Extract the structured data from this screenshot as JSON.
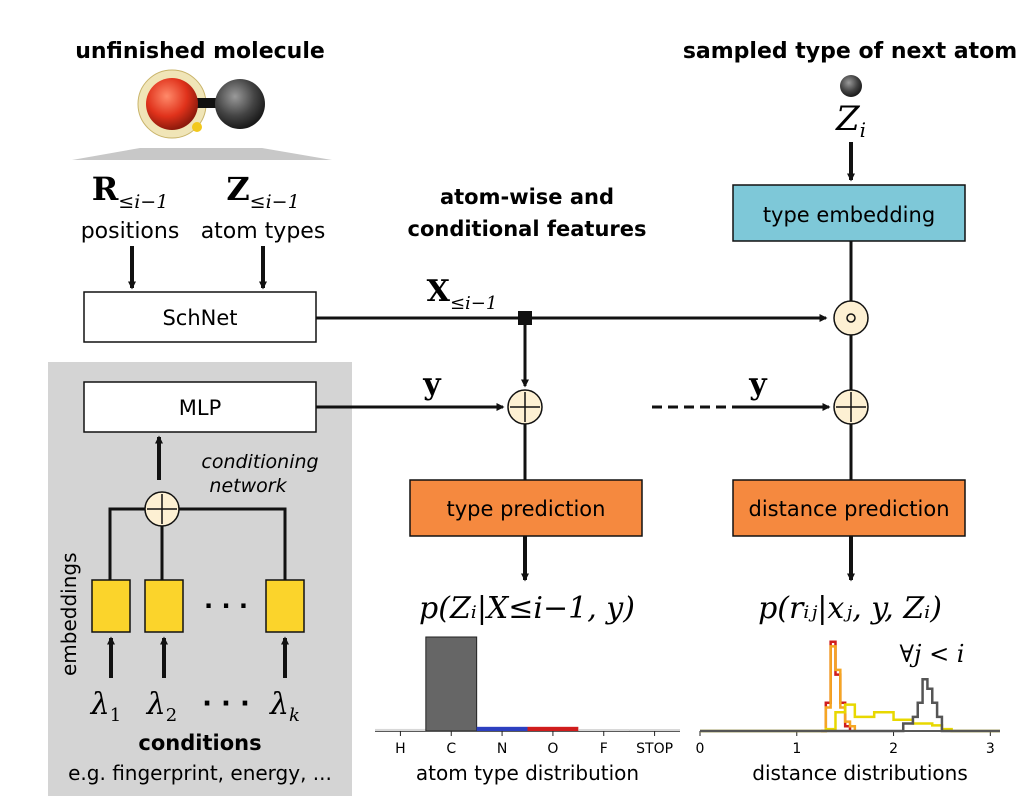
{
  "header": {
    "left_title": "unfinished molecule",
    "right_title": "sampled type of next atom",
    "features_title_line1": "atom-wise and",
    "features_title_line2": "conditional features"
  },
  "inputs": {
    "r_sym": "R",
    "r_sub": "≤i−1",
    "r_label": "positions",
    "z_sym": "Z",
    "z_sub": "≤i−1",
    "z_label": "atom types",
    "zi_sym": "Z",
    "zi_sub": "i"
  },
  "blocks": {
    "schnet": "SchNet",
    "mlp": "MLP",
    "type_embedding": "type embedding",
    "type_prediction": "type prediction",
    "distance_prediction": "distance prediction",
    "conditioning_line1": "conditioning",
    "conditioning_line2": "network",
    "embeddings": "embeddings",
    "dots": "· · ·"
  },
  "symbols": {
    "x_sym": "X",
    "x_sub": "≤i−1",
    "y": "y",
    "y2": "y",
    "odot": "∘",
    "oplus": "+"
  },
  "conditions": {
    "lambdas": [
      {
        "sym": "λ",
        "sub": "1"
      },
      {
        "sym": "λ",
        "sub": "2"
      },
      {
        "sym": "λ",
        "sub": "k"
      }
    ],
    "dots": "· · ·",
    "title": "conditions",
    "subtitle": "e.g. fingerprint, energy, ..."
  },
  "formulas": {
    "type_dist": "p(Zᵢ|X≤i−1, y)",
    "dist_dist": "p(rᵢⱼ|xⱼ, y, Zᵢ)",
    "forall": "∀j < i"
  },
  "colors": {
    "teal": "#7ec8d8",
    "orange": "#f5893f",
    "yellow": "#fbd42b",
    "gray_panel": "#d4d4d4",
    "node_fill": "#fdf0d3"
  },
  "chart_data": [
    {
      "type": "bar",
      "title": "",
      "xlabel": "atom type distribution",
      "categories": [
        "H",
        "C",
        "N",
        "O",
        "F",
        "STOP"
      ],
      "values": [
        0.01,
        0.45,
        0.02,
        0.02,
        0.0,
        0.0
      ],
      "bar_colors": [
        "#d8d8d8",
        "#666666",
        "#2d3fc0",
        "#d01c1c",
        "#d8d8d8",
        "#d8d8d8"
      ],
      "grid": false
    },
    {
      "type": "line",
      "title": "",
      "xlabel": "distance distributions",
      "xlim": [
        0,
        3.1
      ],
      "x_ticks": [
        "0",
        "1",
        "2",
        "3"
      ],
      "annotation": "∀j < i",
      "series": [
        {
          "color": "#d01c1c",
          "x": [
            1.25,
            1.3,
            1.35,
            1.4,
            1.45,
            1.5,
            1.55
          ],
          "y": [
            0.0,
            0.3,
            0.95,
            0.6,
            0.3,
            0.05,
            0.0
          ]
        },
        {
          "color": "#f5a623",
          "x": [
            1.25,
            1.3,
            1.35,
            1.4,
            1.45,
            1.5,
            1.55,
            1.6
          ],
          "y": [
            0.0,
            0.25,
            0.9,
            0.65,
            0.25,
            0.1,
            0.05,
            0.0
          ]
        },
        {
          "color": "#e8d800",
          "x": [
            0.0,
            1.3,
            1.4,
            1.5,
            1.6,
            1.8,
            2.0,
            2.2,
            2.4,
            2.5,
            2.6,
            3.1
          ],
          "y": [
            0.0,
            0.02,
            0.2,
            0.28,
            0.15,
            0.2,
            0.12,
            0.08,
            0.06,
            0.02,
            0.0,
            0.0
          ]
        },
        {
          "color": "#555555",
          "x": [
            0.0,
            2.0,
            2.1,
            2.2,
            2.25,
            2.3,
            2.35,
            2.4,
            2.45,
            2.5,
            3.1
          ],
          "y": [
            0.0,
            0.0,
            0.08,
            0.15,
            0.3,
            0.55,
            0.45,
            0.3,
            0.15,
            0.0,
            0.0
          ]
        }
      ]
    }
  ]
}
